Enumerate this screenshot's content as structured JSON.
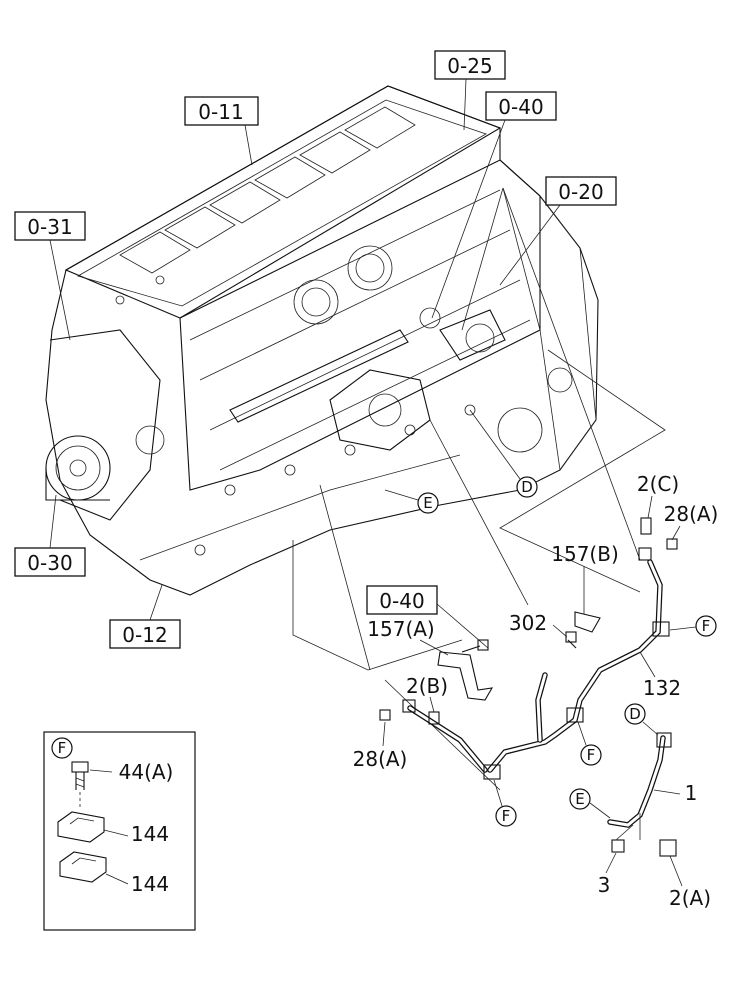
{
  "refs": {
    "r011": "0-11",
    "r025": "0-25",
    "r040a": "0-40",
    "r020": "0-20",
    "r031": "0-31",
    "r030": "0-30",
    "r012": "0-12",
    "r040b": "0-40"
  },
  "parts": {
    "p2c": "2(C)",
    "p28a_top": "28(A)",
    "p157b": "157(B)",
    "p302": "302",
    "p157a": "157(A)",
    "p132": "132",
    "p2b": "2(B)",
    "p28a_bottom": "28(A)",
    "p1": "1",
    "p3": "3",
    "p2a": "2(A)"
  },
  "callouts": {
    "d1": "D",
    "e1": "E",
    "f1": "F",
    "f2": "F",
    "f3": "F",
    "d2": "D",
    "e2": "E"
  },
  "inset": {
    "marker": "F",
    "p44a": "44(A)",
    "p144a": "144",
    "p144b": "144"
  },
  "colors": {
    "line": "#111111",
    "background": "#ffffff"
  }
}
